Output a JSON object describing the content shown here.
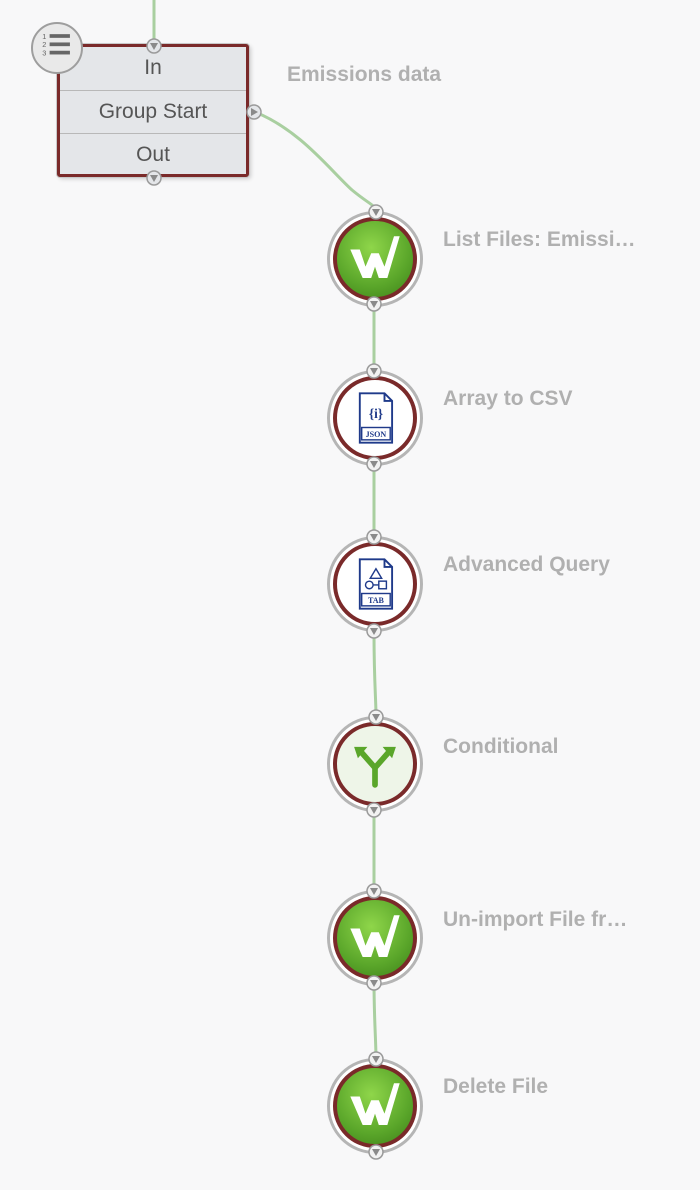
{
  "group": {
    "title": "Emissions data",
    "rows": [
      "In",
      "Group Start",
      "Out"
    ]
  },
  "nodes": [
    {
      "label": "List Files: Emissi…",
      "icon": "w-logo-icon"
    },
    {
      "label": "Array to CSV",
      "icon": "json-file-icon",
      "badge": "JSON"
    },
    {
      "label": "Advanced Query",
      "icon": "tab-file-icon",
      "badge": "TAB"
    },
    {
      "label": "Conditional",
      "icon": "branch-arrows-icon"
    },
    {
      "label": "Un-import File fr…",
      "icon": "w-logo-icon"
    },
    {
      "label": "Delete File",
      "icon": "w-logo-icon"
    }
  ],
  "colors": {
    "connector": "#a9cfa0",
    "node_border": "#7a2a2a",
    "label": "#b0b0b0",
    "w_green": "#5aa62a",
    "file_blue": "#1f3a8a"
  }
}
